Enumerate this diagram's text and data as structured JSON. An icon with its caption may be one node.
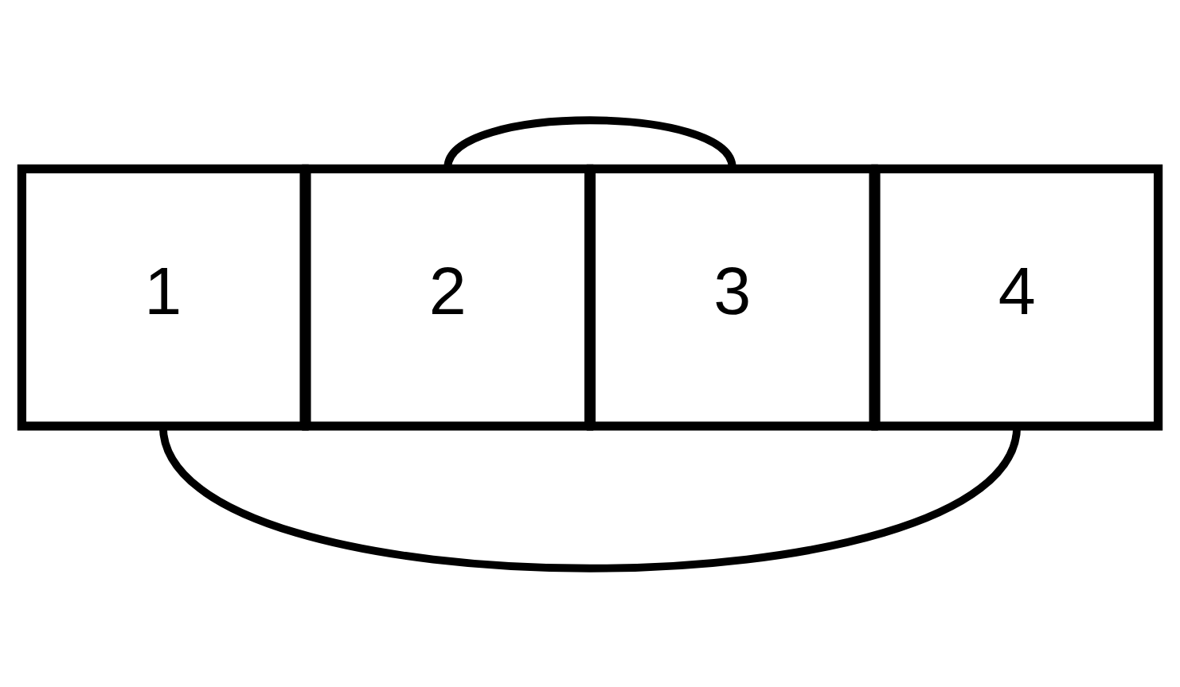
{
  "diagram": {
    "nodes": [
      {
        "text": [
          "1"
        ]
      },
      {
        "text": [
          "2"
        ]
      },
      {
        "text": [
          "3"
        ]
      },
      {
        "text": [
          "4"
        ]
      }
    ],
    "edges": [
      {
        "from": 1,
        "to": 2,
        "arrow": "none"
      },
      {
        "from": 0,
        "to": 3,
        "arrow": "none"
      }
    ]
  }
}
